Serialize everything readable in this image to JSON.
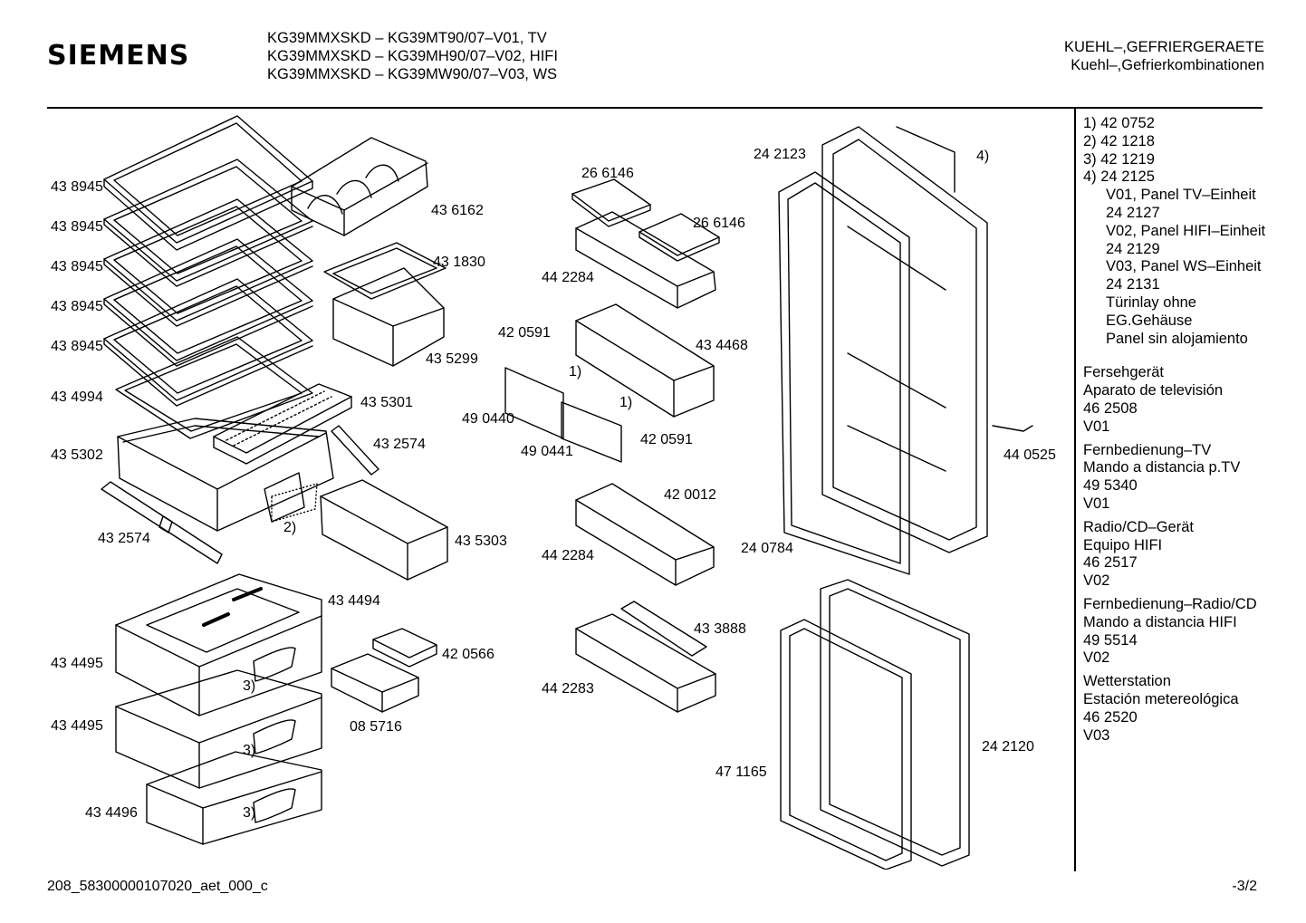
{
  "header": {
    "brand": "SIEMENS",
    "models": [
      "KG39MMXSKD – KG39MT90/07–V01, TV",
      "KG39MMXSKD – KG39MH90/07–V02, HIFI",
      "KG39MMXSKD – KG39MW90/07–V03, WS"
    ],
    "category_line1": "KUEHL–,GEFRIERGERAETE",
    "category_line2": "Kuehl–,Gefrierkombinationen"
  },
  "part_labels": [
    "43 8945",
    "43 8945",
    "43 8945",
    "43 8945",
    "43 8945",
    "43 4994",
    "43 5302",
    "43 2574",
    "43 6162",
    "43 1830",
    "43 5299",
    "43 5301",
    "43 2574",
    "2)",
    "43 5303",
    "43 4494",
    "43 4495",
    "43 4495",
    "43 4496",
    "3)",
    "3)",
    "3)",
    "42 0566",
    "08 5716",
    "26 6146",
    "26 6146",
    "44 2284",
    "42 0591",
    "43 4468",
    "1)",
    "1)",
    "49 0440",
    "49 0441",
    "42 0591",
    "42 0012",
    "44 2284",
    "43 3888",
    "44 2283",
    "24 2123",
    "4)",
    "44 0525",
    "24 0784",
    "24 2120",
    "47 1165"
  ],
  "legend": {
    "notes": [
      "1)  42 0752",
      "2)  42 1218",
      "3)  42 1219",
      "4)  24 2125"
    ],
    "note4_details": [
      "V01, Panel TV–Einheit",
      "24 2127",
      "V02, Panel HIFI–Einheit",
      "24 2129",
      "V03, Panel WS–Einheit",
      "24 2131",
      "Türinlay ohne",
      "EG.Gehäuse",
      "Panel sin alojamiento"
    ],
    "accessories": [
      [
        "Fersehgerät",
        "Aparato de televisión",
        "46 2508",
        "V01"
      ],
      [
        "Fernbedienung–TV",
        "Mando a distancia p.TV",
        "49 5340",
        "V01"
      ],
      [
        "Radio/CD–Gerät",
        "Equipo HIFI",
        "46 2517",
        "V02"
      ],
      [
        "Fernbedienung–Radio/CD",
        "Mando a distancia HIFI",
        "49 5514",
        "V02"
      ],
      [
        "Wetterstation",
        "Estación metereológica",
        "46 2520",
        "V03"
      ]
    ]
  },
  "footer": {
    "doc_id": "208_58300000107020_aet_000_c",
    "page": "-3/2"
  }
}
